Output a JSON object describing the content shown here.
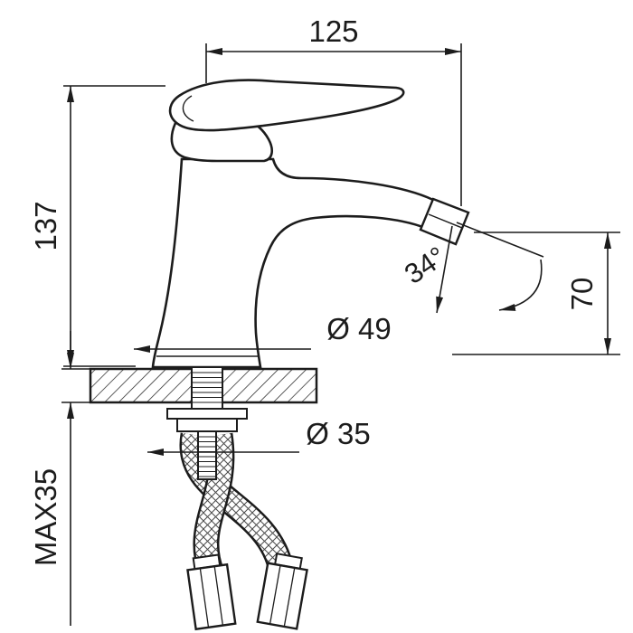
{
  "drawing": {
    "labels": {
      "top_width": "125",
      "left_height": "137",
      "right_height": "70",
      "stream_angle": "34°",
      "base_diameter": "Ø 49",
      "hole_diameter": "Ø 35",
      "max_thickness": "MAX35"
    },
    "colors": {
      "ink": "#1c1c1c",
      "paper": "#ffffff"
    }
  }
}
